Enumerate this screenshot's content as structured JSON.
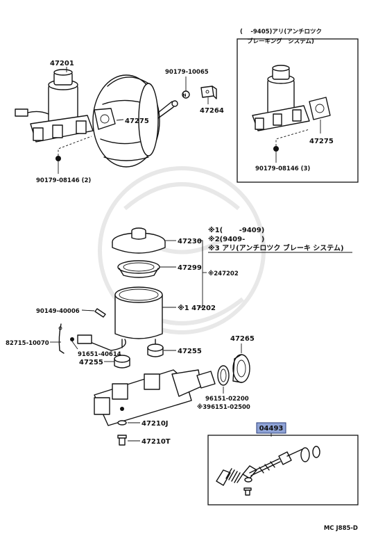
{
  "diagram": {
    "parts_upper": {
      "p47201": "47201",
      "p90179_10065": "90179-10065",
      "p47264": "47264",
      "p47275": "47275",
      "p90179_08146_2": "90179-08146 (2)"
    },
    "inset_top": {
      "caption_line1": "(　 -9405)アリ(アンチロツク",
      "caption_line2": "ブレーキング　システム)",
      "p47275": "47275",
      "p90179_08146_3": "90179-08146 (3)"
    },
    "notes": {
      "n1": "※1(　　 -9409)",
      "n2": "※2(9409-　　 )",
      "n3": "※3 アリ(アンチロツク ブレーキ システム)"
    },
    "parts_lower": {
      "p47230": "47230",
      "p47299": "47299",
      "p247202": "※247202",
      "p147202": "※1 47202",
      "p90149_40006": "90149-40006",
      "p82715_10070": "82715-10070",
      "p91651_40614": "91651-40614",
      "p47255_a": "47255",
      "p47255_b": "47255",
      "p47265": "47265",
      "p96151_02200": "96151-02200",
      "p396151_02500": "※396151-02500",
      "p47210J": "47210J",
      "p47210T": "47210T"
    },
    "kit": {
      "code": "04493"
    },
    "footer": {
      "ref": "MC J885-D"
    }
  }
}
